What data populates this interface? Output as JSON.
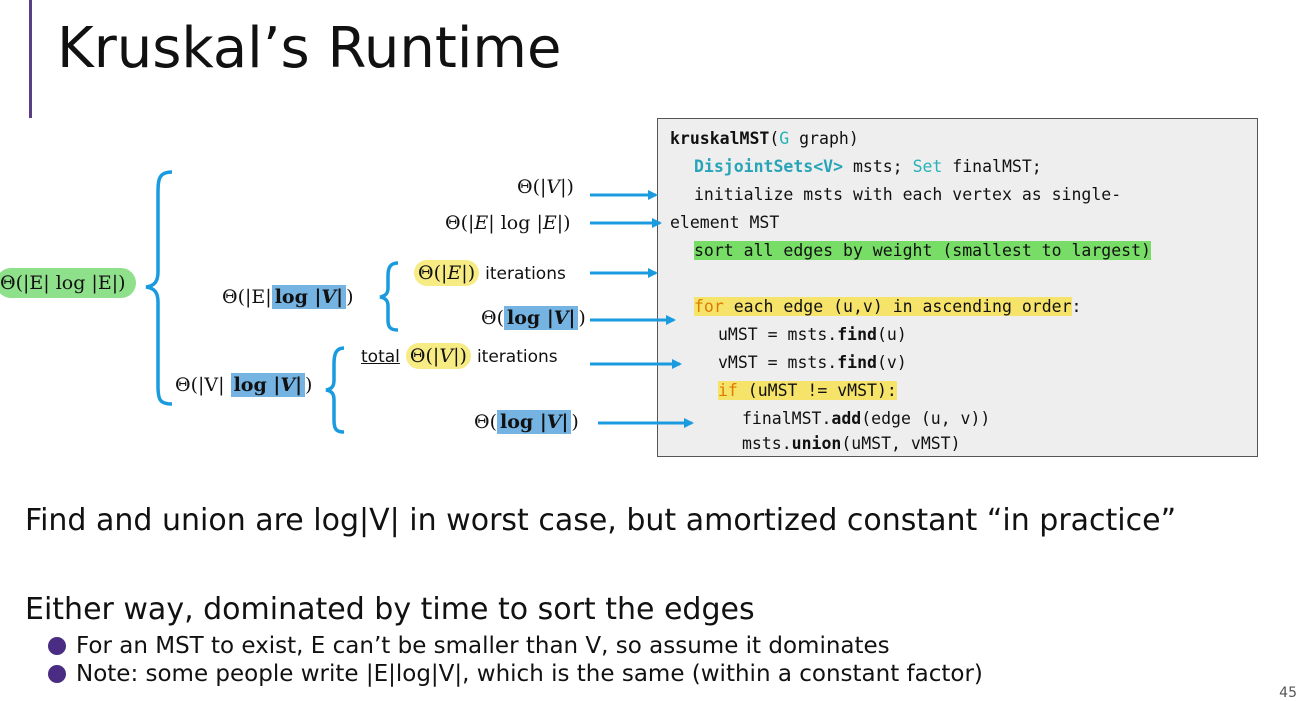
{
  "title": "Kruskal’s Runtime",
  "code": {
    "line1_fn": "kruskalMST",
    "line1_paren": "(",
    "line1_type": "G",
    "line1_rest": " graph)",
    "line2_type": "DisjointSets<V>",
    "line2_mid": " msts; ",
    "line2_set": "Set",
    "line2_rest": " finalMST;",
    "line3": "initialize msts with each vertex as single-",
    "line4": "element MST",
    "line5": "sort all edges by weight (smallest to largest)",
    "line6_for": "for",
    "line6_rest": " each edge (u,v) in ascending order",
    "line6_colon": ":",
    "line7_pre": "uMST = msts.",
    "line7_fn": "find",
    "line7_post": "(u)",
    "line8_pre": "vMST = msts.",
    "line8_fn": "find",
    "line8_post": "(v)",
    "line9_if": "if",
    "line9_rest": " (uMST != vMST):",
    "line10_pre": "finalMST.",
    "line10_fn": "add",
    "line10_post": "(edge (u, v))",
    "line11_pre": "msts.",
    "line11_fn": "union",
    "line11_post": "(uMST, vMST)"
  },
  "annotations": {
    "theta": "Θ",
    "open": "(",
    "close": ")",
    "bar": "|",
    "V": "V",
    "E": "E",
    "log": "log",
    "sp": " ",
    "iterations": "iterations",
    "total": "total",
    "total_E": "Θ(|E| log |E|)"
  },
  "body": {
    "p1": "Find and union are log|V| in worst case, but amortized constant “in practice”",
    "p2": "Either way, dominated by time to sort the edges",
    "bullet1": "For an MST to exist, E can’t be smaller than V, so assume it dominates",
    "bullet2": "Note: some people write |E|log|V|, which is the same (within a constant factor)"
  },
  "page_number": "45",
  "colors": {
    "accent": "#5b3f86",
    "arrow": "#1a9be0",
    "highlight_green": "#77dd66",
    "highlight_yellow": "#f6e36a",
    "highlight_blue": "#74b3e2",
    "bullet": "#4b2c83"
  }
}
